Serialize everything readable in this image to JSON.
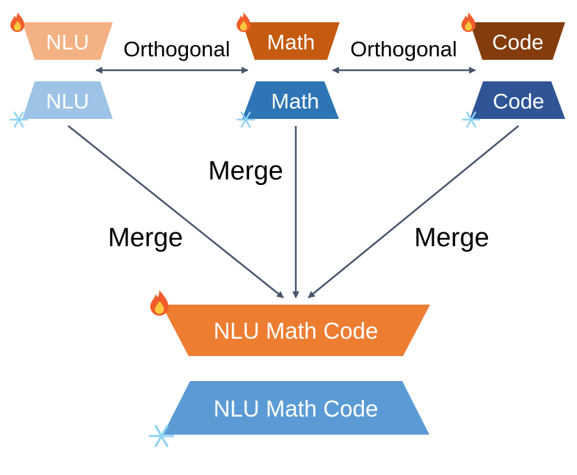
{
  "colors": {
    "nlu_hot": "#f4b183",
    "math_hot": "#c55a11",
    "code_hot": "#843c0c",
    "nlu_cold": "#9dc3e6",
    "math_cold": "#2e75b6",
    "code_cold": "#2f5597",
    "merged_hot": "#ed7d31",
    "merged_cold": "#5b9bd5",
    "arrow": "#44546a"
  },
  "icons": {
    "trainable": "fire-icon",
    "frozen": "snowflake-icon"
  },
  "top_row": {
    "nlu_trainable": "NLU",
    "math_trainable": "Math",
    "code_trainable": "Code",
    "nlu_frozen": "NLU",
    "math_frozen": "Math",
    "code_frozen": "Code"
  },
  "relations": {
    "orthogonal_left": "Orthogonal",
    "orthogonal_right": "Orthogonal"
  },
  "merge_labels": {
    "left": "Merge",
    "center": "Merge",
    "right": "Merge"
  },
  "merged": {
    "trainable": "NLU Math Code",
    "frozen": "NLU Math Code"
  }
}
